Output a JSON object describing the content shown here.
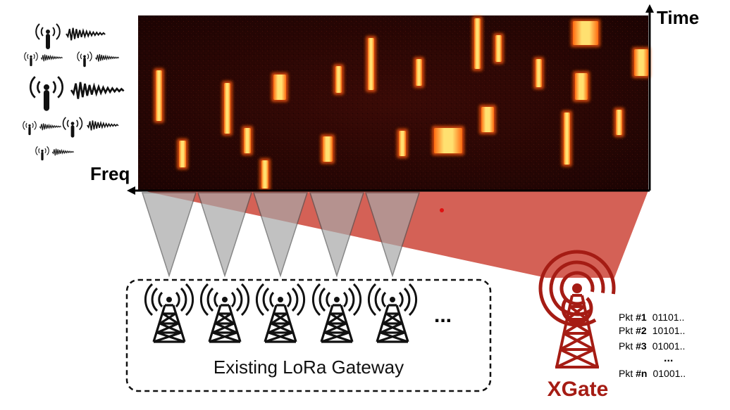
{
  "axes": {
    "time_label": "Time",
    "freq_label": "Freq"
  },
  "gateway_box": {
    "label": "Existing LoRa Gateway",
    "ellipsis": "...",
    "tower_icons": [
      "lora-gateway-tower-icon",
      "lora-gateway-tower-icon",
      "lora-gateway-tower-icon",
      "lora-gateway-tower-icon",
      "lora-gateway-tower-icon"
    ]
  },
  "xgate": {
    "label": "XGate",
    "packets": [
      {
        "prefix": "Pkt ",
        "id": "#1",
        "bits": "01101.."
      },
      {
        "prefix": "Pkt ",
        "id": "#2",
        "bits": "10101.."
      },
      {
        "prefix": "Pkt ",
        "id": "#3",
        "bits": "01001.."
      },
      {
        "prefix": "Pkt ",
        "id": "#n",
        "bits": "01001.."
      }
    ],
    "packets_ellipsis": "...",
    "icon": "radio-tower-icon"
  },
  "devices": {
    "icons": [
      "transmitter-antenna-icon",
      "waveform-icon"
    ]
  },
  "colors": {
    "spectrogram_bg": "#2a0604",
    "signal_core": "#ffe070",
    "signal_glow": "#ff7a10",
    "xgate_red": "#a51c14",
    "xgate_beam": "#c9392c",
    "gateway_beam": "#a8a8a8"
  }
}
